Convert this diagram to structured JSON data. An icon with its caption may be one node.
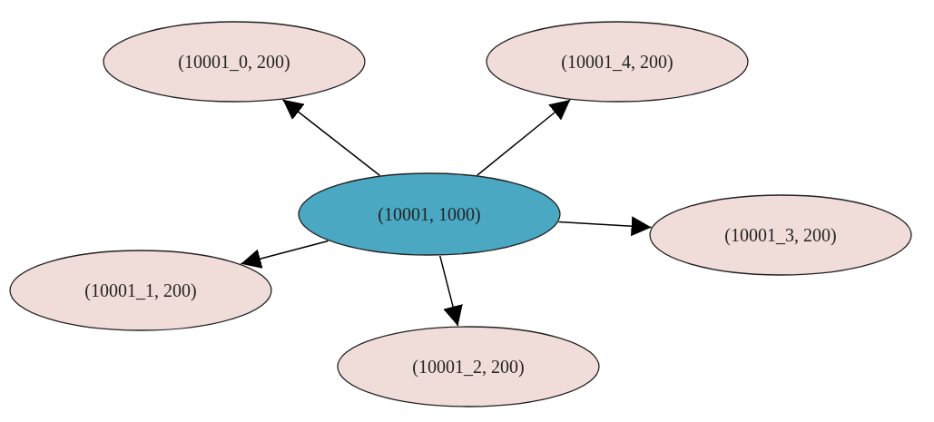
{
  "diagram": {
    "nodes": [
      {
        "text": [
          "(10001_0, 200)"
        ]
      },
      {
        "text": [
          "(10001_4, 200)"
        ]
      },
      {
        "text": [
          "(10001, 1000)"
        ]
      },
      {
        "text": [
          "(10001_3, 200)"
        ]
      },
      {
        "text": [
          "(10001_1, 200)"
        ]
      },
      {
        "text": [
          "(10001_2, 200)"
        ]
      }
    ],
    "edges": [
      {
        "from": 2,
        "to": 0,
        "arrow": "to"
      },
      {
        "from": 2,
        "to": 1,
        "arrow": "to"
      },
      {
        "from": 2,
        "to": 4,
        "arrow": "to"
      },
      {
        "from": 2,
        "to": 3,
        "arrow": "to"
      },
      {
        "from": 2,
        "to": 5,
        "arrow": "to"
      }
    ]
  }
}
